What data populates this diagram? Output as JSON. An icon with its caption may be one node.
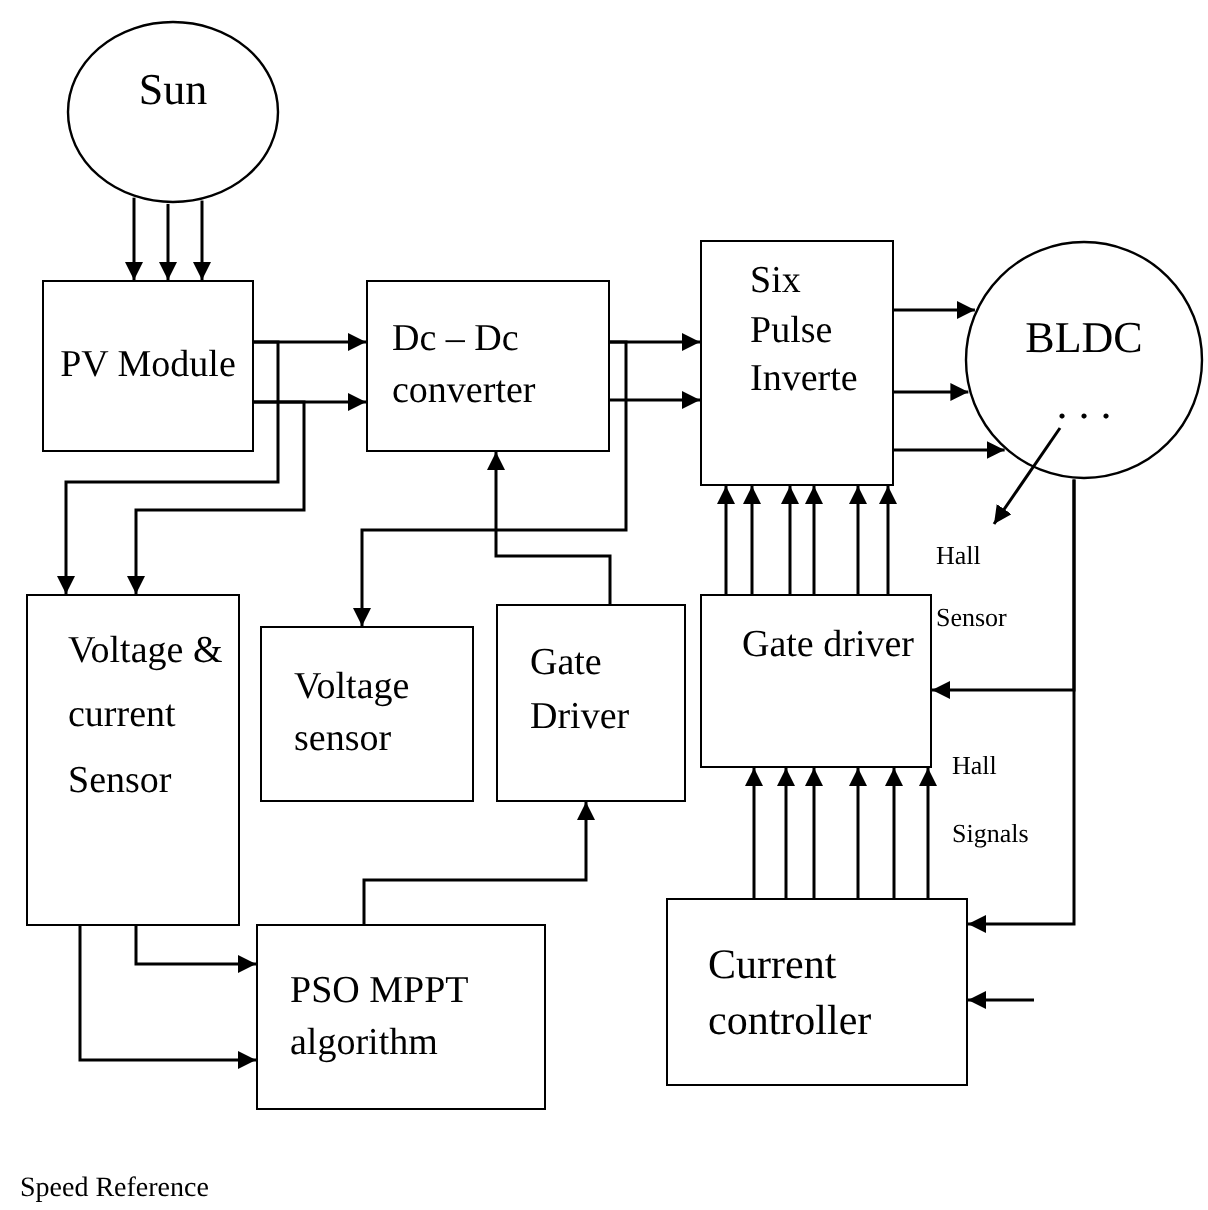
{
  "diagram": {
    "nodes": [
      {
        "text": [
          "Sun"
        ]
      },
      {
        "text": [
          "PV Module"
        ]
      },
      {
        "text": [
          "Dc – Dc converter"
        ]
      },
      {
        "text": [
          "Six Pulse Inverte"
        ]
      },
      {
        "text": [
          "BLDC",
          ". . ."
        ]
      },
      {
        "text": [
          "Voltage & current Sensor"
        ]
      },
      {
        "text": [
          "Voltage sensor"
        ]
      },
      {
        "text": [
          "Gate Driver"
        ]
      },
      {
        "text": [
          "Gate driver"
        ]
      },
      {
        "text": [
          "PSO MPPT algorithm"
        ]
      },
      {
        "text": [
          "Current controller"
        ]
      },
      {
        "text": [
          "Hall Sensor"
        ]
      }
    ],
    "edges": [
      {
        "from": 0,
        "to": 1,
        "arrow": "to"
      },
      {
        "from": 0,
        "to": 1,
        "arrow": "to"
      },
      {
        "from": 0,
        "to": 1,
        "arrow": "to"
      },
      {
        "from": 1,
        "to": 2,
        "arrow": "to"
      },
      {
        "from": 1,
        "to": 2,
        "arrow": "to"
      },
      {
        "from": 1,
        "to": 5,
        "arrow": "to"
      },
      {
        "from": 1,
        "to": 5,
        "arrow": "to"
      },
      {
        "from": 2,
        "to": 3,
        "arrow": "to"
      },
      {
        "from": 2,
        "to": 3,
        "arrow": "to"
      },
      {
        "from": 2,
        "to": 6,
        "arrow": "to"
      },
      {
        "from": 7,
        "to": 2,
        "arrow": "to"
      },
      {
        "from": 9,
        "to": 7,
        "arrow": "to"
      },
      {
        "from": 5,
        "to": 9,
        "arrow": "to"
      },
      {
        "from": 5,
        "to": 9,
        "arrow": "to"
      },
      {
        "from": 3,
        "to": 4,
        "arrow": "to"
      },
      {
        "from": 3,
        "to": 4,
        "arrow": "to"
      },
      {
        "from": 3,
        "to": 4,
        "arrow": "to"
      },
      {
        "from": 4,
        "to": 11,
        "arrow": "to"
      },
      {
        "from": 4,
        "to": 8,
        "arrow": "to"
      },
      {
        "from": 4,
        "to": 10,
        "arrow": "to"
      },
      {
        "from": 8,
        "to": 3,
        "arrow": "to"
      },
      {
        "from": 8,
        "to": 3,
        "arrow": "to"
      },
      {
        "from": 8,
        "to": 3,
        "arrow": "to"
      },
      {
        "from": 8,
        "to": 3,
        "arrow": "to"
      },
      {
        "from": 8,
        "to": 3,
        "arrow": "to"
      },
      {
        "from": 8,
        "to": 3,
        "arrow": "to"
      },
      {
        "from": 10,
        "to": 8,
        "arrow": "to"
      },
      {
        "from": 10,
        "to": 8,
        "arrow": "to"
      },
      {
        "from": 10,
        "to": 8,
        "arrow": "to"
      },
      {
        "from": 10,
        "to": 8,
        "arrow": "to"
      },
      {
        "from": 10,
        "to": 8,
        "arrow": "to"
      },
      {
        "from": 10,
        "to": 8,
        "arrow": "to"
      },
      {
        "from": null,
        "to": 10,
        "arrow": "to"
      }
    ],
    "labels": [
      "Hall Signals",
      "Speed Reference"
    ]
  }
}
